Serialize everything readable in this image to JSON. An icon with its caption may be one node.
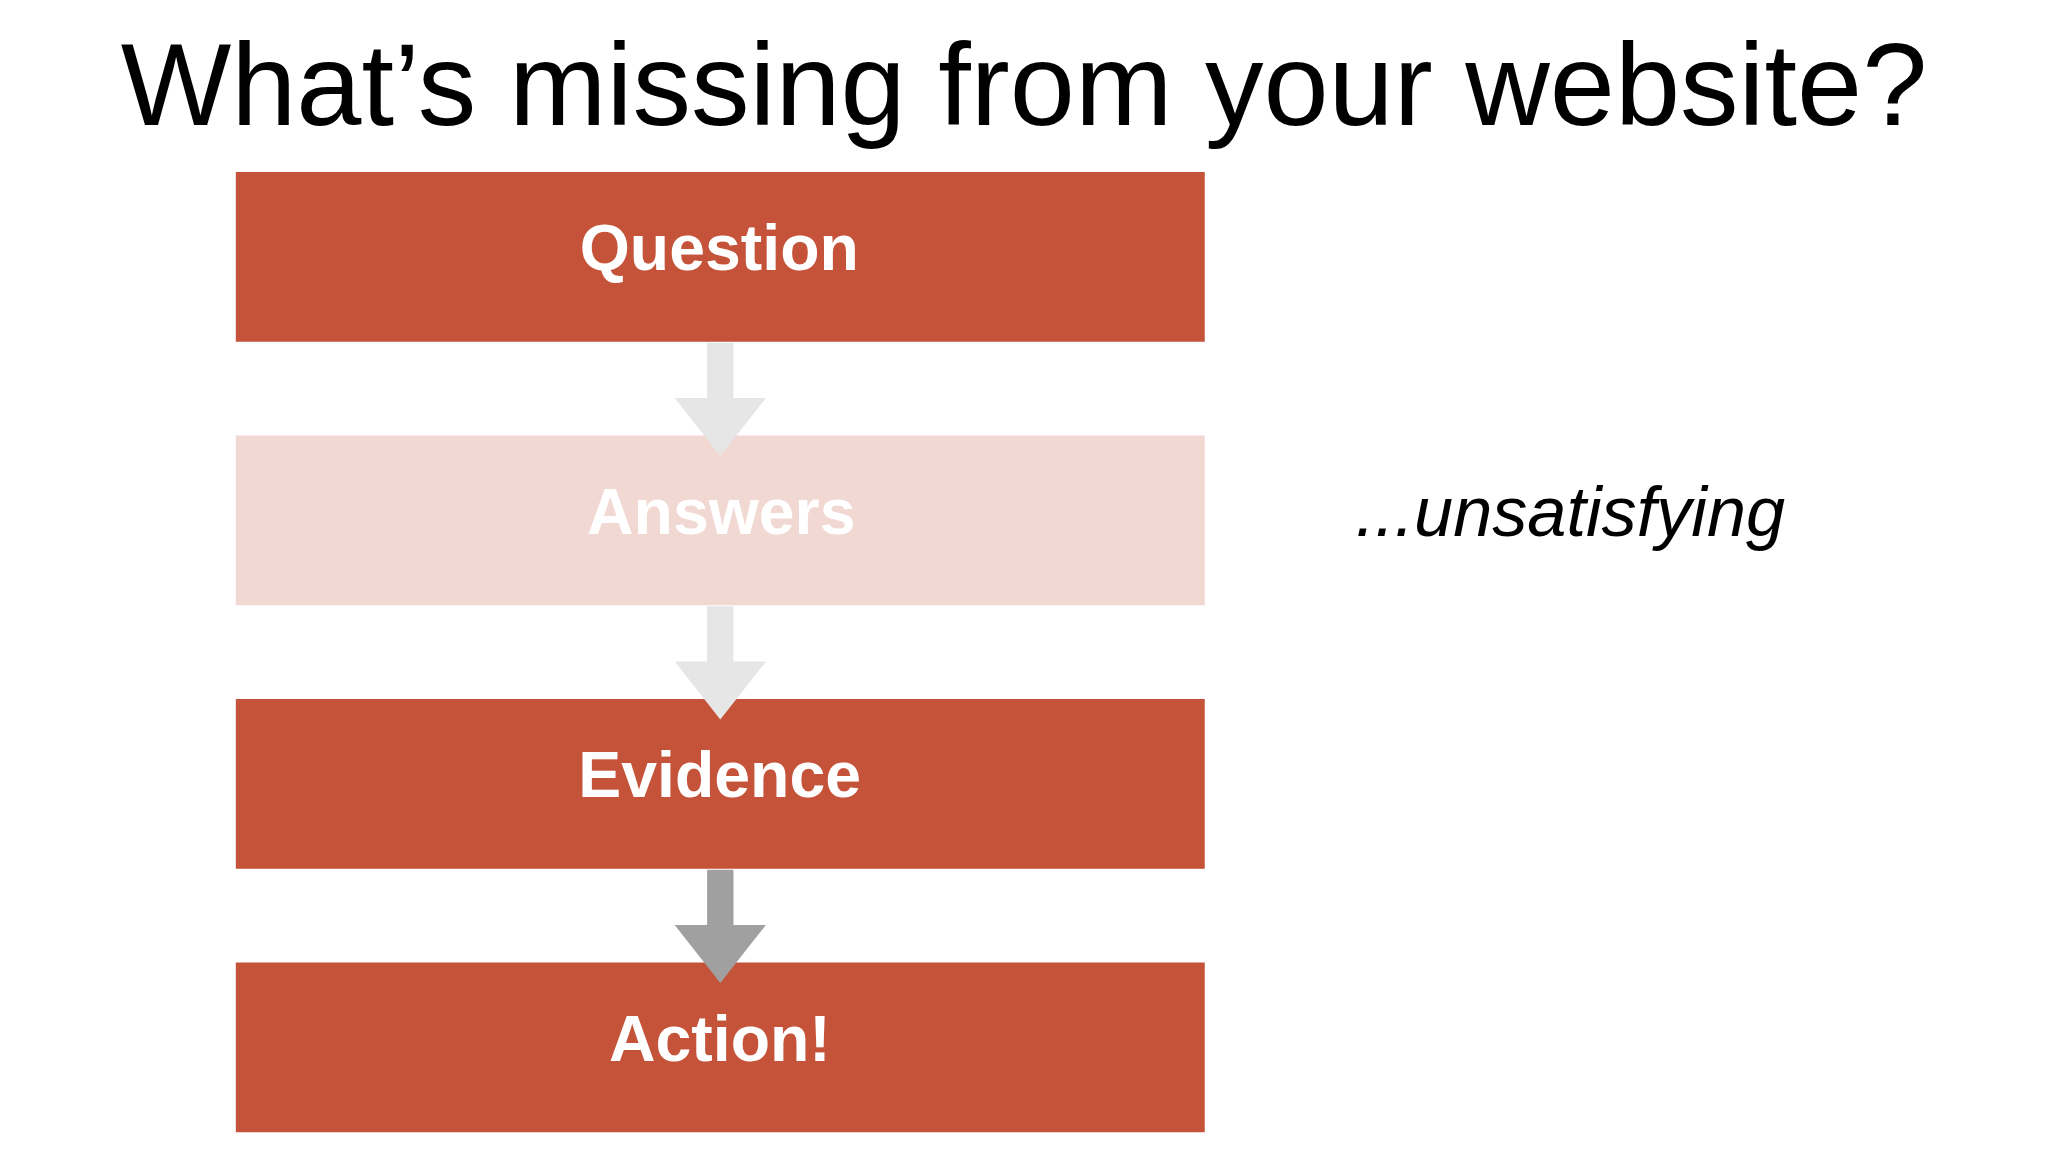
{
  "diagram": {
    "title": "What’s missing from your website?",
    "nodes": [
      {
        "text": [
          "Question"
        ]
      },
      {
        "text": [
          "Answers"
        ],
        "beside": [
          "...unsatisfying"
        ]
      },
      {
        "text": [
          "Evidence"
        ]
      },
      {
        "text": [
          "Action!"
        ]
      }
    ],
    "edges": [
      {
        "from": 0,
        "to": 1,
        "arrow": "to"
      },
      {
        "from": 1,
        "to": 2,
        "arrow": "to"
      },
      {
        "from": 2,
        "to": 3,
        "arrow": "to",
        "color": "#a0a0a0"
      }
    ]
  }
}
